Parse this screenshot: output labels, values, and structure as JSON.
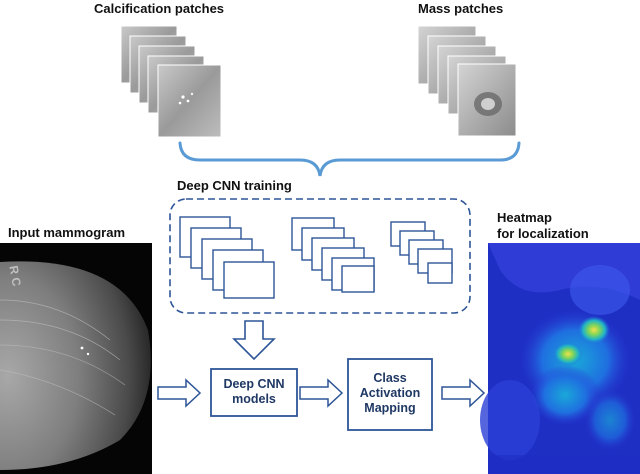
{
  "labels": {
    "calcification": "Calcification patches",
    "mass": "Mass patches",
    "cnn_training": "Deep CNN training",
    "input_mammogram": "Input mammogram",
    "heatmap_line1": "Heatmap",
    "heatmap_line2": "for localization"
  },
  "boxes": {
    "cnn_models_line1": "Deep CNN",
    "cnn_models_line2": "models",
    "cam_line1": "Class",
    "cam_line2": "Activation",
    "cam_line3": "Mapping"
  },
  "colors": {
    "box_stroke": "#2e5597",
    "arrow_stroke": "#2e5597",
    "bracket_stroke": "#5b9bd5",
    "text_dark": "#1f3864"
  },
  "images": {
    "calcification_patches": "grayscale-calcification-patch-stack",
    "mass_patches": "grayscale-mass-patch-stack",
    "input_mammogram": "grayscale-mammogram",
    "heatmap": "blue-yellow-activation-heatmap"
  }
}
